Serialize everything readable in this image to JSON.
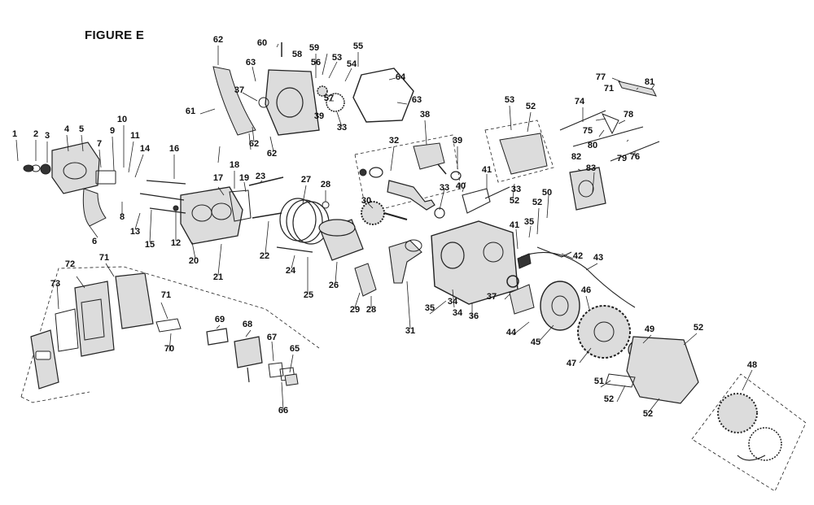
{
  "title": "FIGURE E",
  "colors": {
    "ink": "#111111",
    "line": "#222222",
    "dark": "#333333",
    "fill": "#dcdcdc",
    "paper": "#ffffff"
  },
  "callouts": [
    "1",
    "2",
    "3",
    "4",
    "5",
    "7",
    "9",
    "10",
    "11",
    "14",
    "16",
    "17",
    "18",
    "19",
    "23",
    "6",
    "8",
    "13",
    "15",
    "12",
    "20",
    "21",
    "22",
    "24",
    "25",
    "26",
    "27",
    "28",
    "30",
    "28",
    "29",
    "31",
    "32",
    "33",
    "38",
    "39",
    "40",
    "41",
    "52",
    "33",
    "62",
    "61",
    "60",
    "63",
    "58",
    "59",
    "56",
    "53",
    "55",
    "54",
    "64",
    "37",
    "57",
    "62",
    "39",
    "33",
    "62",
    "63",
    "53",
    "52",
    "74",
    "75",
    "78",
    "80",
    "79",
    "76",
    "77",
    "71",
    "81",
    "82",
    "83",
    "50",
    "52",
    "41",
    "35",
    "34",
    "35",
    "34",
    "36",
    "37",
    "42",
    "43",
    "44",
    "45",
    "46",
    "47",
    "49",
    "52",
    "51",
    "52",
    "52",
    "48",
    "72",
    "71",
    "73",
    "71",
    "70",
    "69",
    "68",
    "67",
    "65",
    "66"
  ]
}
